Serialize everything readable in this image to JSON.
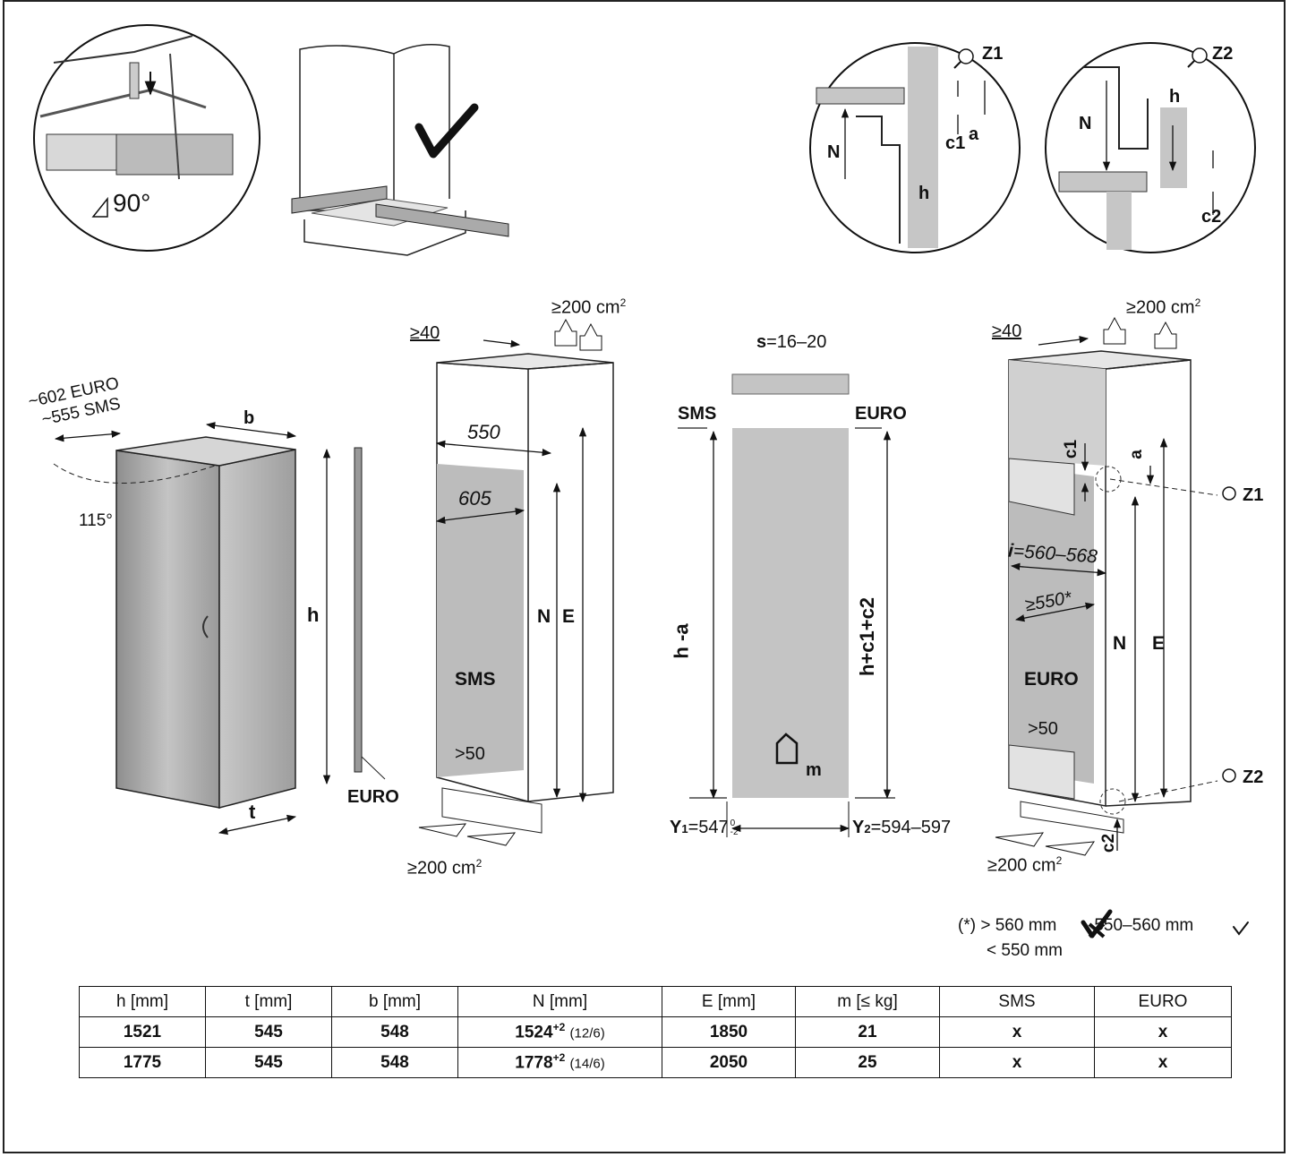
{
  "detail_hinge": {
    "angle_label": "90°"
  },
  "detail_z1": {
    "zoom": "Z1",
    "labels": [
      "N",
      "h",
      "c1",
      "a"
    ]
  },
  "detail_z2": {
    "zoom": "Z2",
    "labels": [
      "N",
      "h",
      "c2"
    ]
  },
  "appliance": {
    "door_swing_euro": "~602 EURO",
    "door_swing_sms": "~555 SMS",
    "angle": "115°",
    "width": "b",
    "height": "h",
    "depth": "t",
    "profile_label": "EURO"
  },
  "niche_sms": {
    "vent_top": "≥200 cm",
    "vent_sup": "2",
    "clearance_top": "≥40",
    "depth_top": "550",
    "depth_niche": "605",
    "label": "SMS",
    "clearance_bottom": ">50",
    "dim_n": "N",
    "dim_e": "E",
    "vent_bottom": "≥200 cm",
    "vent_bottom_sup": "2"
  },
  "door_panel": {
    "thickness_s": "s",
    "thickness_range": "=16–20",
    "sms": "SMS",
    "euro": "EURO",
    "height_sms": "h -a",
    "height_euro": "h+c1+c2",
    "weight": "m",
    "y1_label": "Y",
    "y1_sub": "1",
    "y1_value": "=547",
    "y1_tol_upper": "0",
    "y1_tol_lower": "-2",
    "y2_label": "Y",
    "y2_sub": "2",
    "y2_value": "=594–597"
  },
  "niche_euro": {
    "vent_top": "≥200 cm",
    "vent_sup": "2",
    "clearance_top": "≥40",
    "c1": "c1",
    "a": "a",
    "z1": "Z1",
    "z2": "Z2",
    "i_label": "i",
    "i_value": "=560–568",
    "width_min": "≥550*",
    "dim_n": "N",
    "dim_e": "E",
    "label": "EURO",
    "clearance_bottom": ">50",
    "c2": "c2",
    "vent_bottom": "≥200 cm",
    "vent_bottom_sup": "2"
  },
  "footnote": {
    "marker": "(*)",
    "line1_a": "> 560 mm",
    "line1_b": "550–560 mm",
    "line2": "< 550 mm"
  },
  "table": {
    "headers": [
      "h [mm]",
      "t [mm]",
      "b [mm]",
      "N [mm]",
      "E [mm]",
      "m [≤ kg]",
      "SMS",
      "EURO"
    ],
    "rows": [
      {
        "h": "1521",
        "t": "545",
        "b": "548",
        "n": "1524",
        "n_sup": "+2",
        "n_note": "(12/6)",
        "e": "1850",
        "m": "21",
        "sms": "x",
        "euro": "x"
      },
      {
        "h": "1775",
        "t": "545",
        "b": "548",
        "n": "1778",
        "n_sup": "+2",
        "n_note": "(14/6)",
        "e": "2050",
        "m": "25",
        "sms": "x",
        "euro": "x"
      }
    ]
  }
}
